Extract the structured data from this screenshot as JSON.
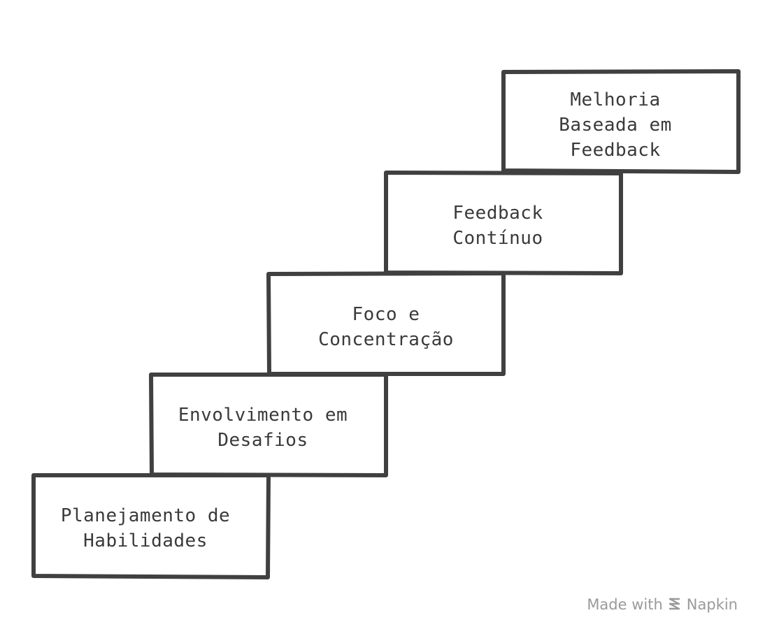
{
  "steps": [
    {
      "id": "planejamento",
      "lines": [
        "Planejamento de",
        "Habilidades"
      ]
    },
    {
      "id": "envolvimento",
      "lines": [
        "Envolvimento em",
        "Desafios"
      ]
    },
    {
      "id": "foco",
      "lines": [
        "Foco e",
        "Concentração"
      ]
    },
    {
      "id": "feedback-continuo",
      "lines": [
        "Feedback",
        "Contínuo"
      ]
    },
    {
      "id": "melhoria",
      "lines": [
        "Melhoria",
        "Baseada em",
        "Feedback"
      ]
    }
  ],
  "watermark": {
    "prefix": "Made with",
    "brand": "Napkin"
  },
  "colors": {
    "stroke": "#404040",
    "text": "#3a3a3a",
    "watermark": "#9a9a9a"
  }
}
